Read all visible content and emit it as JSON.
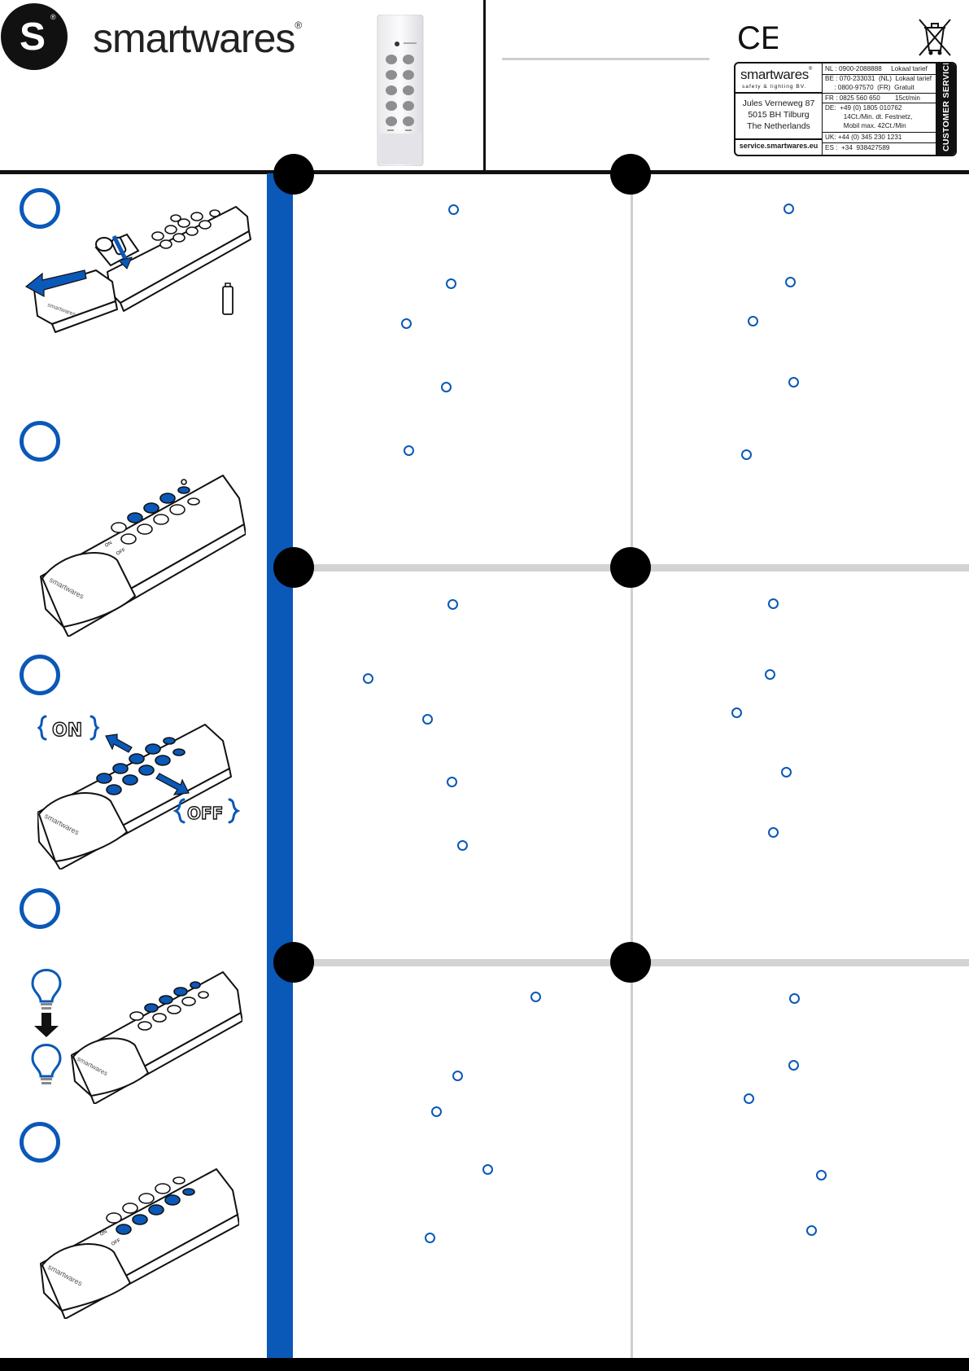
{
  "header": {
    "brand": "smartwares",
    "brand_mark": "®",
    "logo_letter": "S"
  },
  "certifications": {
    "ce": "CE"
  },
  "customer_service": {
    "logo": "smartwares",
    "logo_mark": "®",
    "tagline": "safety & lighting BV.",
    "address": [
      "Jules Verneweg 87",
      "5015 BH Tilburg",
      "The Netherlands"
    ],
    "url": "service.smartwares.eu",
    "band_label": "CUSTOMER SERVICE",
    "rows": [
      "NL : 0900-2088888     Lokaal tarief",
      "BE : 070-233031  (NL)  Lokaal tarief",
      "     : 0800-97570  (FR)  Gratuit",
      "FR : 0825 560 650        15ct/min",
      "DE:  +49 (0) 1805 010762",
      "          14Ct./Min. dt. Festnetz,",
      "          Mobil max. 42Ct./Min",
      "UK: +44 (0) 345 230 1231",
      "ES :  +34  938427589"
    ]
  },
  "illustrations": {
    "on_label": "ON",
    "off_label": "OFF",
    "remote_brand": "smartwares",
    "btn_on": "ON",
    "btn_off": "OFF"
  },
  "colors": {
    "accent_blue": "#0a58b8",
    "black": "#000000",
    "divider_gray": "#d3d3d3"
  }
}
